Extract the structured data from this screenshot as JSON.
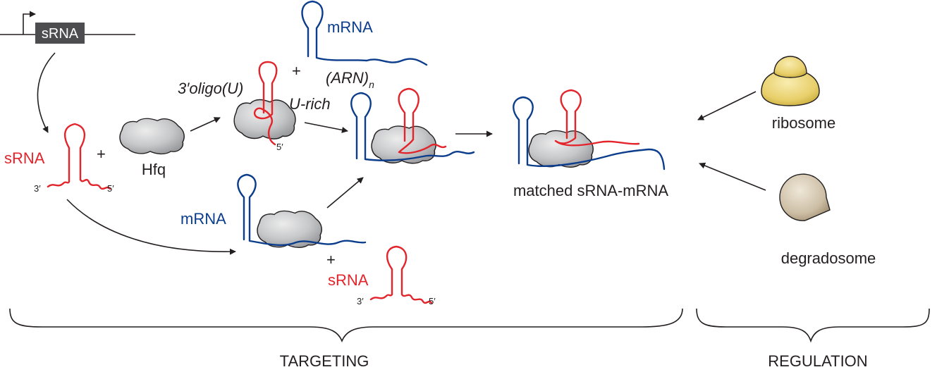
{
  "labels": {
    "promoter_srna": "sRNA",
    "srna_free": "sRNA",
    "srna_3prime": "3′",
    "srna_5prime": "5′",
    "plus_1": "+",
    "hfq": "Hfq",
    "oligo_u": "3′oligo(U)",
    "plus_top": "+",
    "mrna_top": "mRNA",
    "arn": "(ARN)",
    "arn_sub": "n",
    "u_rich": "U-rich",
    "hfq_5prime": "5′",
    "mrna_bottom": "mRNA",
    "plus_bottom": "+",
    "srna_bottom": "sRNA",
    "srna_bottom_3prime": "3′",
    "srna_bottom_5prime": "5′",
    "matched": "matched sRNA-mRNA",
    "ribosome": "ribosome",
    "degradosome": "degradosome",
    "targeting": "TARGETING",
    "regulation": "REGULATION"
  },
  "colors": {
    "srna": "#e3242b",
    "mrna": "#0b3d8c",
    "hfq_fill": "#c6c7c9",
    "ribosome": "#e8cf6a",
    "degradosome": "#cdbfa6",
    "gene_box": "#4d4d4f"
  }
}
